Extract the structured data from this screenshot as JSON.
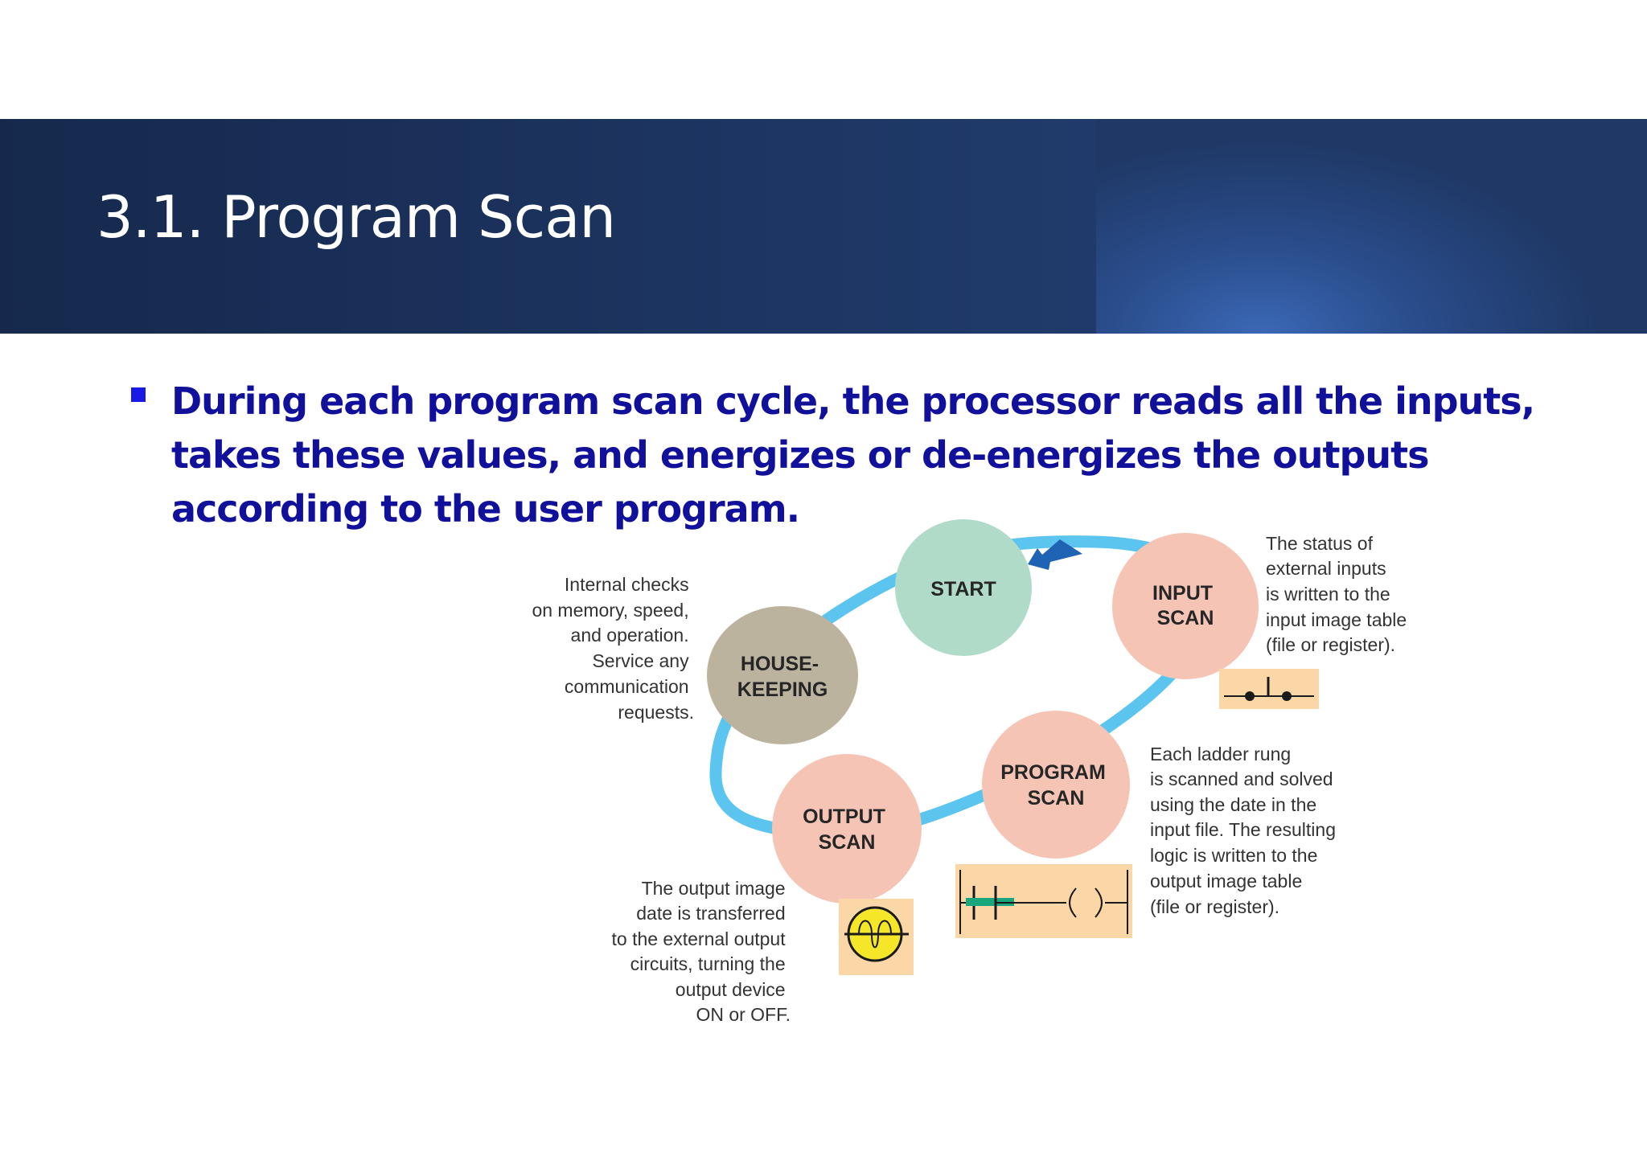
{
  "slide": {
    "title": "3.1. Program Scan",
    "bullet": "During each program scan cycle, the processor reads all the inputs, takes these values, and energizes or de-energizes the outputs according to the user program."
  },
  "diagram": {
    "circles": {
      "start": {
        "lines": [
          "START"
        ],
        "color": "#b1dbc9"
      },
      "input_scan": {
        "lines": [
          "INPUT",
          "SCAN"
        ],
        "color": "#f5c4b5"
      },
      "program_scan": {
        "lines": [
          "PROGRAM",
          "SCAN"
        ],
        "color": "#f5c4b5"
      },
      "output_scan": {
        "lines": [
          "OUTPUT",
          "SCAN"
        ],
        "color": "#f5c4b5"
      },
      "housekeeping": {
        "lines": [
          "HOUSE-",
          "KEEPING"
        ],
        "color": "#bcb39f"
      }
    },
    "loop_color": "#5bc4ef",
    "arrow_color": "#1f63b4",
    "notes": {
      "housekeeping": [
        "Internal checks",
        "on memory, speed,",
        "and operation.",
        "Service any",
        "communication",
        "requests."
      ],
      "input": [
        "The status of",
        "external inputs",
        "is written to the",
        "input image table",
        "(file or register)."
      ],
      "program": [
        "Each ladder rung",
        "is scanned and solved",
        "using the date in the",
        "input file. The resulting",
        "logic is written to the",
        "output image table",
        "(file or register)."
      ],
      "output": [
        "The output image",
        "date is transferred",
        "to the external output",
        "circuits, turning the",
        "output device",
        "ON or OFF."
      ]
    },
    "icons": {
      "input": "pushbutton-switch-icon",
      "program": "ladder-rung-icon",
      "output": "lamp-icon"
    }
  }
}
